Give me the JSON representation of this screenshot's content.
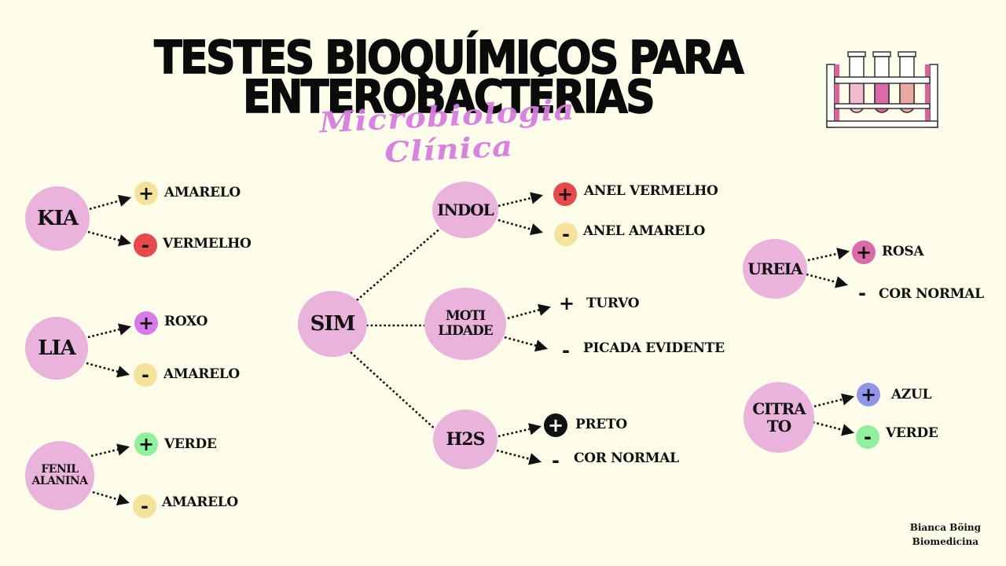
{
  "title": {
    "line1": "TESTES BIOQUÍMICOS PARA",
    "line2": "ENTEROBACTÉRIAS"
  },
  "subtitle": "Microbiologia Clínica",
  "colors": {
    "background": "#fefde9",
    "node": "#eab3dc",
    "yellow": "#f6e39b",
    "red": "#e84a4c",
    "purple": "#d67be9",
    "green": "#8ff09d",
    "pink": "#dc6aa8",
    "blue": "#8f96e8",
    "black": "#111111",
    "subtitle": "#d97ce0"
  },
  "nodes": {
    "kia": "KIA",
    "lia": "LIA",
    "fenil": "FENIL\nALANINA",
    "sim": "SIM",
    "indol": "INDOL",
    "motilidade": "MOTI\nLIDADE",
    "h2s": "H2S",
    "ureia": "UREIA",
    "citrato": "CITRA\nTO"
  },
  "results": {
    "kia_pos": {
      "sign": "+",
      "text": "AMARELO",
      "color": "yellow"
    },
    "kia_neg": {
      "sign": "-",
      "text": "VERMELHO",
      "color": "red"
    },
    "lia_pos": {
      "sign": "+",
      "text": "ROXO",
      "color": "purple"
    },
    "lia_neg": {
      "sign": "-",
      "text": "AMARELO",
      "color": "yellow"
    },
    "fenil_pos": {
      "sign": "+",
      "text": "VERDE",
      "color": "green"
    },
    "fenil_neg": {
      "sign": "-",
      "text": "AMARELO",
      "color": "yellow"
    },
    "indol_pos": {
      "sign": "+",
      "text": "ANEL VERMELHO",
      "color": "red"
    },
    "indol_neg": {
      "sign": "-",
      "text": "ANEL AMARELO",
      "color": "yellow"
    },
    "mot_pos": {
      "sign": "+",
      "text": "TURVO",
      "color": "none"
    },
    "mot_neg": {
      "sign": "-",
      "text": "PICADA EVIDENTE",
      "color": "none"
    },
    "h2s_pos": {
      "sign": "+",
      "text": "PRETO",
      "color": "black"
    },
    "h2s_neg": {
      "sign": "-",
      "text": "COR NORMAL",
      "color": "none"
    },
    "ureia_pos": {
      "sign": "+",
      "text": "ROSA",
      "color": "pink"
    },
    "ureia_neg": {
      "sign": "-",
      "text": "COR NORMAL",
      "color": "none"
    },
    "citrato_pos": {
      "sign": "+",
      "text": "AZUL",
      "color": "blue"
    },
    "citrato_neg": {
      "sign": "-",
      "text": "VERDE",
      "color": "green"
    }
  },
  "icons": {
    "test_tube_rack": "test-tube-rack-icon"
  },
  "author": {
    "name": "Bianca Böing",
    "course": "Biomedicina"
  }
}
